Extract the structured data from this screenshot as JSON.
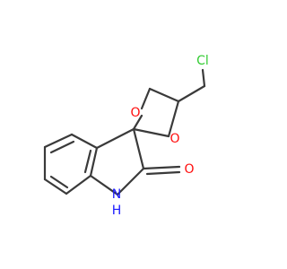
{
  "molecule": {
    "atoms": {
      "cl": "Cl",
      "o_ring_left": "O",
      "o_ring_right": "O",
      "o_carbonyl": "O",
      "nh_n": "N",
      "nh_h": "H"
    },
    "colors": {
      "bond": "#3a3a3a",
      "chlorine": "#33cc33",
      "oxygen": "#ff0d0d",
      "nitrogen": "#1a1aff",
      "hydrogen": "#1a1aff"
    }
  }
}
